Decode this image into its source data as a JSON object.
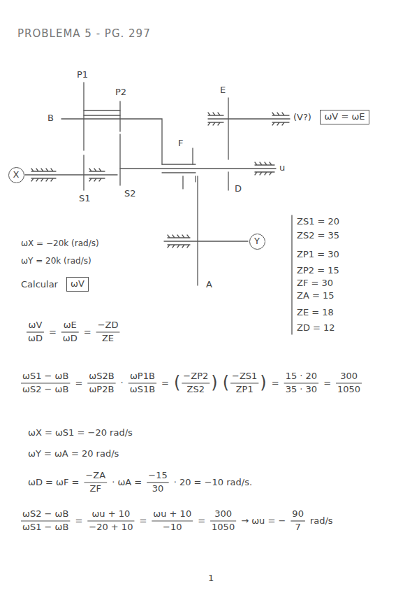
{
  "diagram": {
    "title": "PROBLEMA 5 - PG. 297",
    "nodes": [
      {
        "text": [
          "ωV = ωE"
        ]
      },
      {
        "text": [
          "X"
        ]
      },
      {
        "text": [
          "Y"
        ]
      },
      {
        "text": [
          "ωV"
        ]
      }
    ],
    "labels": [
      "P1",
      "P2",
      "E",
      "B",
      "(V?)",
      "F",
      "u",
      "D",
      "S1",
      "S2",
      "A",
      "ZS1 = 20",
      "ZS2 = 35",
      "ZP1 = 30",
      "ZP2 = 15",
      "ZF = 30",
      "ZA = 15",
      "ZE = 18",
      "ZD = 12",
      "ωX = −20k (rad/s)",
      "ωY = 20k (rad/s)",
      "Calcular",
      "ωV",
      "ωD",
      "=",
      "ωE",
      "ωD",
      "=",
      "−ZD",
      "ZE",
      "ωS1 − ωB",
      "ωS2 − ωB",
      "=",
      "ωS2B",
      "ωP2B",
      "·",
      "ωP1B",
      "ωS1B",
      "=",
      "(",
      "−ZP2",
      "ZS2",
      ")",
      "(",
      "−ZS1",
      "ZP1",
      ")",
      "=",
      "15 · 20",
      "35 · 30",
      "=",
      "300",
      "1050",
      "ωX = ωS1 = −20 rad/s",
      "ωY = ωA = 20 rad/s",
      "ωD = ωF =",
      "−ZA",
      "ZF",
      "· ωA =",
      "−15",
      "30",
      "· 20 = −10 rad/s.",
      "ωS2 − ωB",
      "ωS1 − ωB",
      "=",
      "ωu + 10",
      "−20 + 10",
      "=",
      "ωu + 10",
      "−10",
      "=",
      "300",
      "1050",
      "→ ωu = −",
      "90",
      "7",
      "rad/s",
      "1"
    ]
  }
}
